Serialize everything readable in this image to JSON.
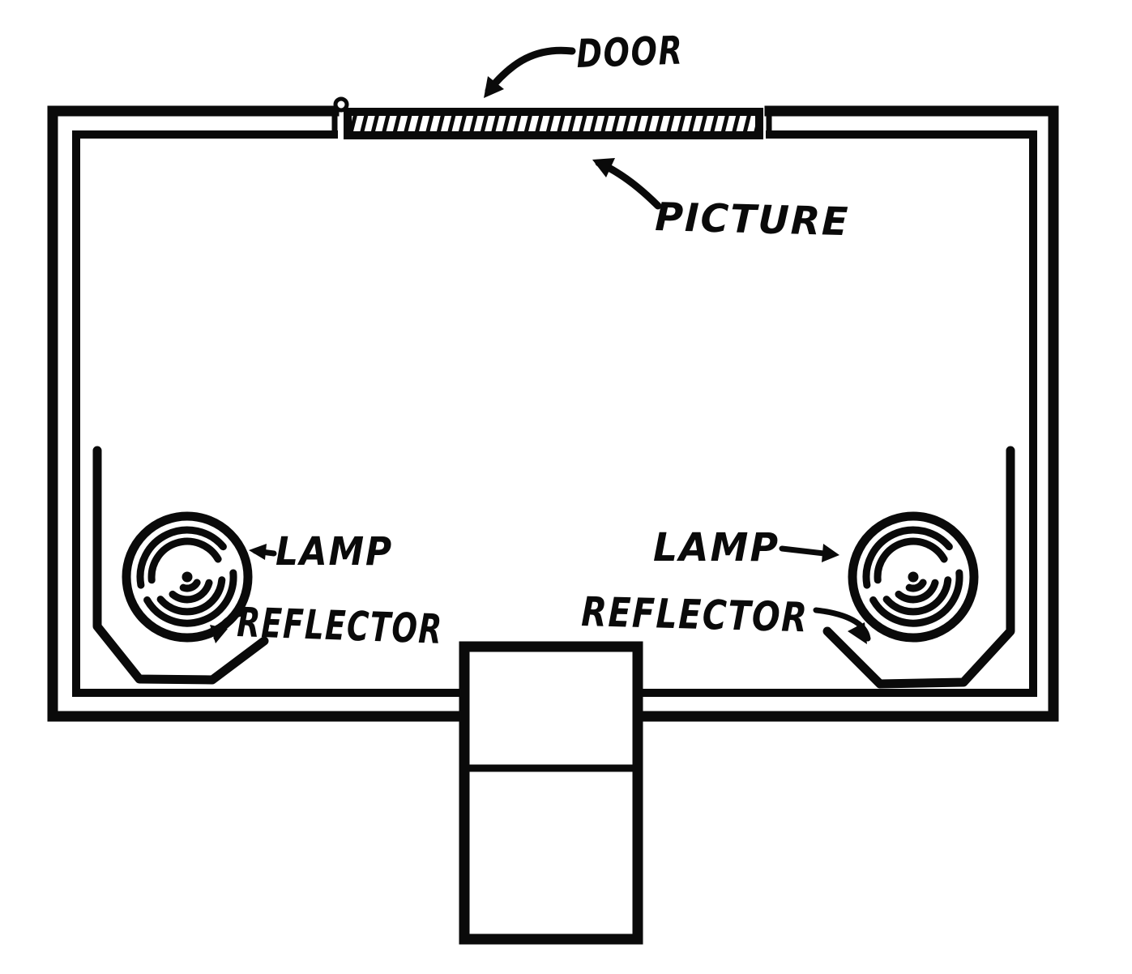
{
  "figure": {
    "description": "Hand-drawn cross-section diagram of a lamp box with a hinged door, picture slot, two lamps with corner reflectors, and a bottom lens tube",
    "labels": {
      "door": "DOOR",
      "picture": "PICTURE",
      "lamp_left": "LAMP",
      "lamp_right": "LAMP",
      "reflector_left": "REFLECTOR",
      "reflector_right": "REFLECTOR"
    },
    "colors": {
      "ink": "#0a0a0a",
      "paper": "#ffffff"
    }
  }
}
